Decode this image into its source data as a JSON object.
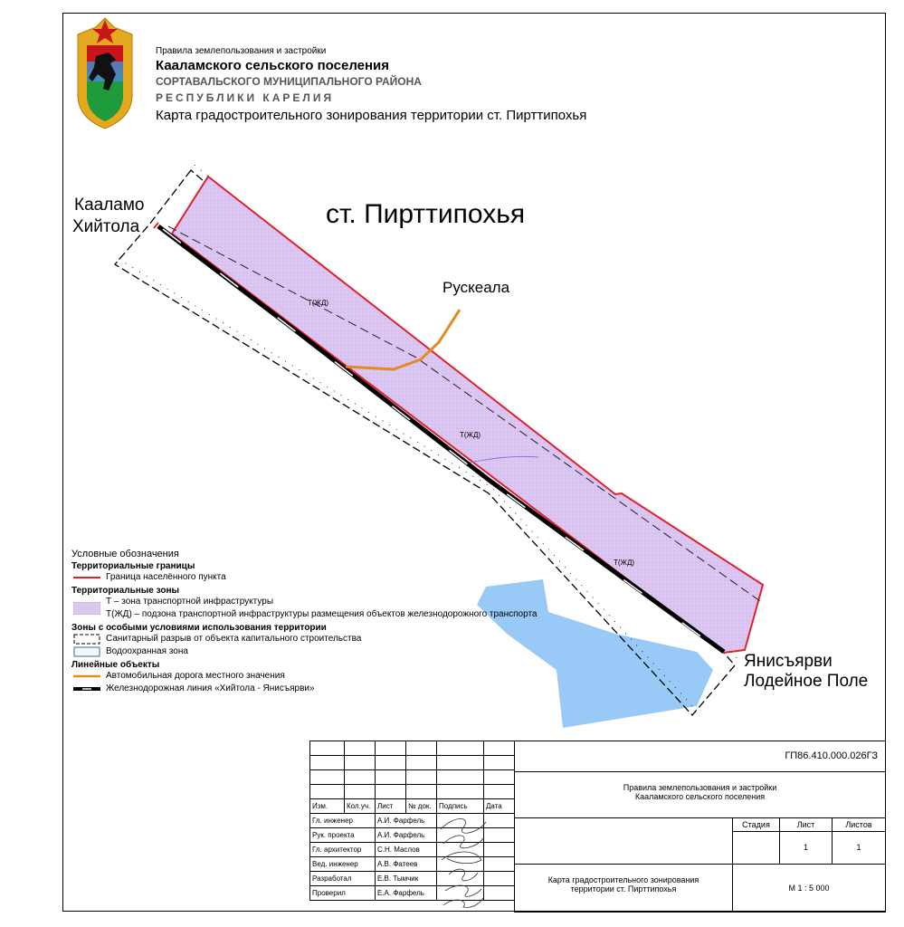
{
  "header": {
    "line1": "Правила землепользования и застройки",
    "line2": "Кааламского сельского поселения",
    "line3": "СОРТАВАЛЬСКОГО МУНИЦИПАЛЬНОГО РАЙОНА",
    "line4": "РЕСПУБЛИКИ КАРЕЛИЯ",
    "map_title": "Карта градостроительного зонирования территории ст. Пирттипохья"
  },
  "map": {
    "station_name": "ст. Пирттипохья",
    "places": {
      "west_1": "Кааламо",
      "west_2": "Хийтола",
      "road_label": "Рускеала",
      "east_1": "Янисъярви",
      "east_2": "Лодейное Поле"
    },
    "zone_labels": [
      "Т(ЖД)",
      "Т(ЖД)",
      "Т(ЖД)"
    ]
  },
  "legend": {
    "title": "Условные обозначения",
    "sec_borders": "Территориальные границы",
    "item_border": "Граница населённого пункта",
    "sec_zones": "Территориальные зоны",
    "item_zone_t": "Т – зона транспортной инфраструктуры",
    "item_zone_tzhd": "Т(ЖД) – подзона транспортной инфраструктуры размещения объектов железнодорожного транспорта",
    "sec_special": "Зоны с особыми условиями использования территории",
    "item_sanitary": "Санитарный разрыв от объекта капитального строительства",
    "item_water": "Водоохранная зона",
    "sec_linear": "Линейные объекты",
    "item_road": "Автомобильная дорога местного значения",
    "item_rail": "Железнодорожная линия «Хийтола - Янисъярви»"
  },
  "stamp": {
    "code": "ГП86.410.000.026ГЗ",
    "doc_line1": "Правила землепользования и застройки",
    "doc_line2": "Кааламского сельского поселения",
    "headers": [
      "Изм.",
      "Кол.уч.",
      "Лист",
      "№ док.",
      "Подпись",
      "Дата"
    ],
    "signers": [
      {
        "role": "Гл. инженер",
        "name": "А.И. Фарфель"
      },
      {
        "role": "Рук. проекта",
        "name": "А.И. Фарфель"
      },
      {
        "role": "Гл. архитектор",
        "name": "С.Н. Маслов"
      },
      {
        "role": "Вед. инженер",
        "name": "А.В. Фатеев"
      },
      {
        "role": "Разработал",
        "name": "Е.В. Тымчик"
      },
      {
        "role": "Проверил",
        "name": "Е.А. Фарфель"
      }
    ],
    "stage_label": "Стадия",
    "sheet_label": "Лист",
    "sheets_label": "Листов",
    "sheet_value": "1",
    "sheets_value": "1",
    "sheet_title_1": "Карта градостроительного зонирования",
    "sheet_title_2": "территории ст. Пирттипохья",
    "scale": "М 1 : 5 000"
  },
  "colors": {
    "zone_fill": "#dcc6f2",
    "border_red": "#e0202a",
    "road_orange": "#e58a1f",
    "water_blue": "#99c9f6"
  }
}
